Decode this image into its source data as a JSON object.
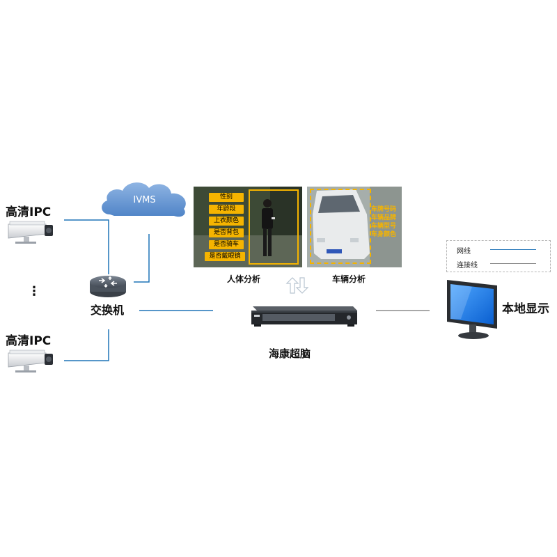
{
  "cameras": [
    {
      "label": "高清IPC"
    },
    {
      "label": "高清IPC"
    }
  ],
  "ellipsis": "⋮",
  "cloud": {
    "label": "IVMS"
  },
  "switch": {
    "label": "交换机"
  },
  "nvr": {
    "label": "海康超脑"
  },
  "monitor": {
    "label": "本地显示"
  },
  "human_analysis": {
    "caption": "人体分析",
    "tags": [
      "性别",
      "年龄段",
      "上衣颜色",
      "是否背包",
      "是否骑车",
      "是否戴眼镜"
    ]
  },
  "vehicle_analysis": {
    "caption": "车辆分析",
    "tags": [
      "车牌号码",
      "车辆品牌",
      "车辆型号",
      "车身颜色"
    ]
  },
  "legend": {
    "items": [
      {
        "label": "网线",
        "color": "#1f73b7"
      },
      {
        "label": "连接线",
        "color": "#8c8c8c"
      }
    ]
  },
  "colors": {
    "network_line": "#1f73b7",
    "connect_line": "#8c8c8c",
    "highlight": "#f5b400",
    "cloud": "#5b8fcf"
  }
}
